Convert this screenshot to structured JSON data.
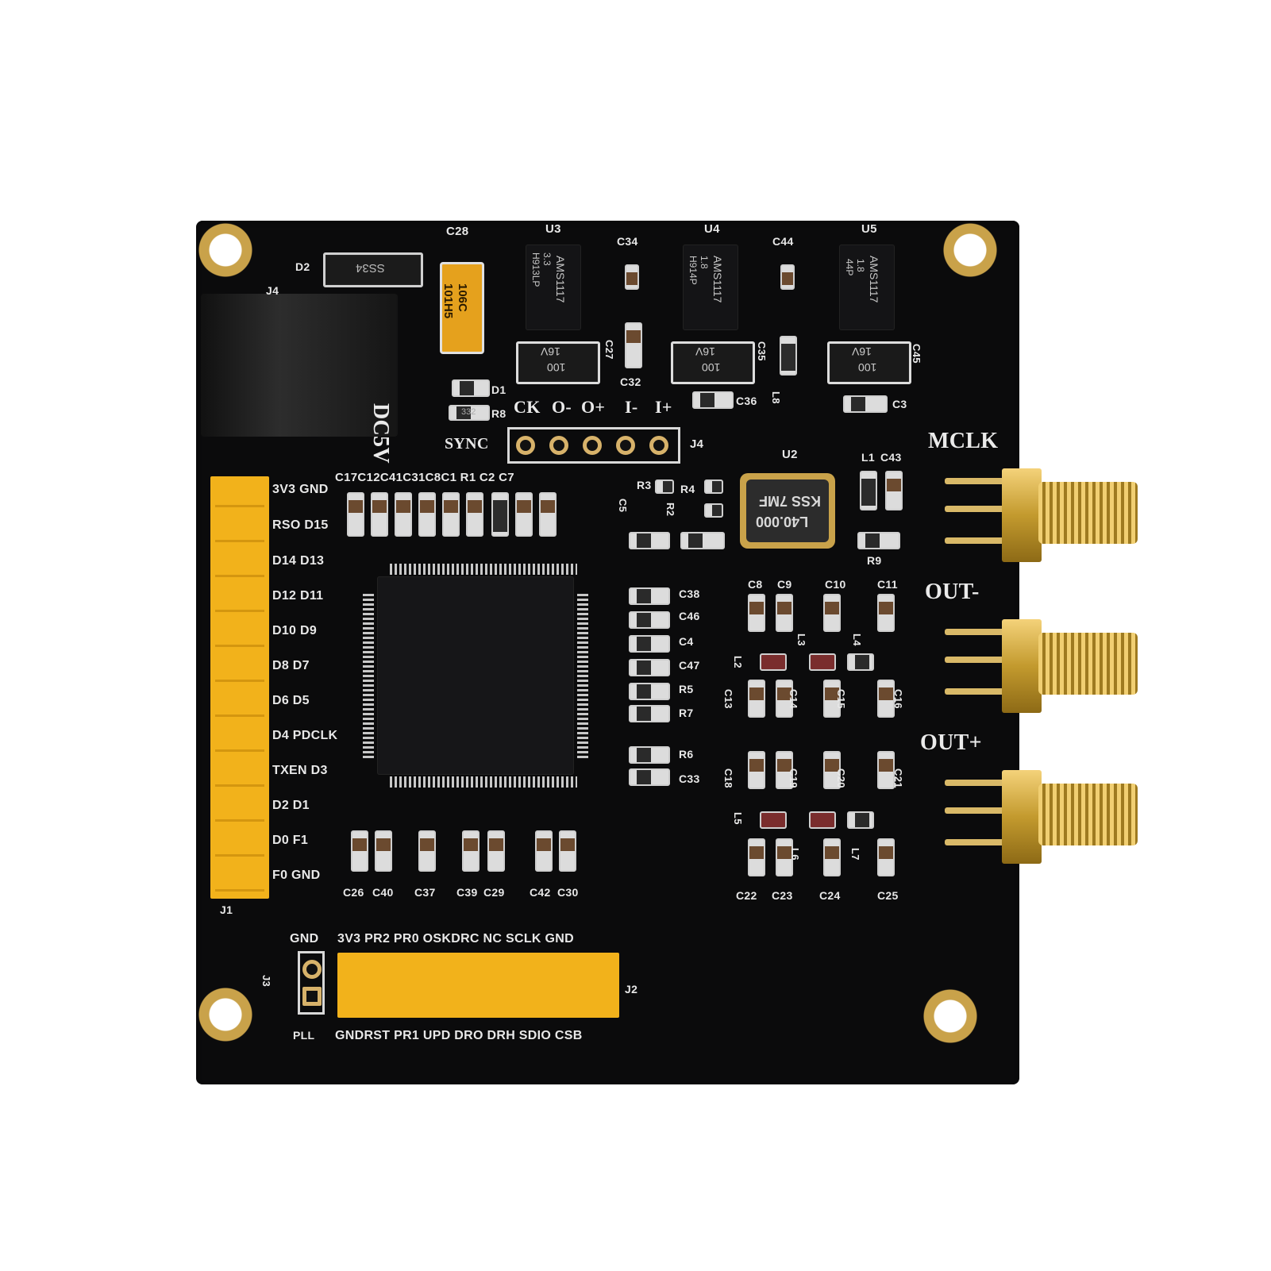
{
  "board": {
    "power": {
      "jack": "J4",
      "label": "DC5V",
      "diode": "D2",
      "diode_mark": "SS34",
      "led": "D1",
      "resistor": "R8",
      "resistor_mark": "332"
    },
    "tantalum_cap": {
      "ref": "C28",
      "mark_line1": "106C",
      "mark_line2": "101H5"
    },
    "regulators": [
      {
        "ref": "U3",
        "mark": "AMS1117",
        "sub": "3.3 H913LP"
      },
      {
        "ref": "U4",
        "mark": "AMS1117",
        "sub": "1.8 H914P"
      },
      {
        "ref": "U5",
        "mark": "AMS1117",
        "sub": "1.8 44P"
      }
    ],
    "caps_top": [
      "C34",
      "C44",
      "C27",
      "C32",
      "C35",
      "C36",
      "L8",
      "C45",
      "C3"
    ],
    "elec_cap_mark": {
      "v": "16V",
      "c": "100"
    },
    "sync_header": {
      "ref": "J4",
      "name": "SYNC",
      "pins": [
        "CK",
        "O-",
        "O+",
        "I-",
        "I+"
      ]
    },
    "crystal": {
      "ref": "U2",
      "mark_line1": "KSS 7MF",
      "mark_line2": "L40.000"
    },
    "crystal_parts": [
      "R3",
      "R4",
      "R2",
      "C5",
      "R9",
      "L1",
      "C43"
    ],
    "row_caps": "C17C12C41C31C8C1 R1 C2 C7",
    "right_parts": [
      "C38",
      "C46",
      "C4",
      "C47",
      "R5",
      "R7",
      "R6",
      "C33"
    ],
    "filter_top": [
      "C8",
      "C9",
      "C10",
      "C11",
      "L2",
      "L3",
      "L4",
      "C13",
      "C14",
      "C15",
      "C16"
    ],
    "filter_bottom": [
      "C18",
      "C19",
      "C20",
      "C21",
      "L5",
      "L6",
      "L7",
      "C22",
      "C23",
      "C24",
      "C25"
    ],
    "connectors": [
      "MCLK",
      "OUT-",
      "OUT+"
    ],
    "j1_labels": [
      "3V3 GND",
      "RSO D15",
      "D14 D13",
      "D12 D11",
      "D10 D9",
      "D8 D7",
      "D6 D5",
      "D4 PDCLK",
      "TXEN D3",
      "D2 D1",
      "D0 F1",
      "F0 GND"
    ],
    "bottom_caps": [
      "C26",
      "C40",
      "C37",
      "C39",
      "C29",
      "C42",
      "C30"
    ],
    "j2_top": "3V3 PR2  PR0 OSKDRC NC  SCLK GND",
    "j2_bottom": "GNDRST PR1 UPD DRO DRH SDIO CSB",
    "j2_ref": "J2",
    "j3": {
      "ref": "J3",
      "top": "GND",
      "bottom": "PLL"
    },
    "j1_ref": "J1"
  }
}
